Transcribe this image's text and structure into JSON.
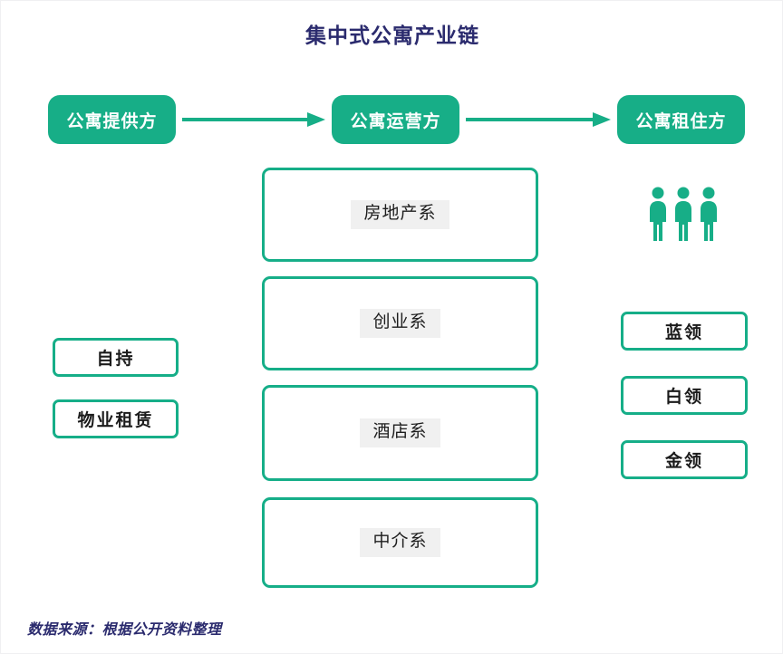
{
  "title": "集中式公寓产业链",
  "colors": {
    "green": "#17AE87",
    "title_navy": "#2B2B6E",
    "label_highlight": "#F0F0F0",
    "background": "#FFFFFF"
  },
  "chain": {
    "nodes": [
      {
        "label": "公寓提供方",
        "name": "apartment-supplier"
      },
      {
        "label": "公寓运营方",
        "name": "apartment-operator"
      },
      {
        "label": "公寓租住方",
        "name": "apartment-tenant"
      }
    ],
    "arrows": [
      {
        "name": "arrow-supplier-to-operator"
      },
      {
        "name": "arrow-operator-to-tenant"
      }
    ]
  },
  "supplier_column": {
    "items": [
      {
        "label": "自持"
      },
      {
        "label": "物业租赁"
      }
    ]
  },
  "operator_column": {
    "items": [
      {
        "label": "房地产系"
      },
      {
        "label": "创业系"
      },
      {
        "label": "酒店系"
      },
      {
        "label": "中介系"
      }
    ]
  },
  "tenant_column": {
    "icon": "three-people-icon",
    "items": [
      {
        "label": "蓝领"
      },
      {
        "label": "白领"
      },
      {
        "label": "金领"
      }
    ]
  },
  "footer": {
    "source": "数据来源：根据公开资料整理"
  }
}
